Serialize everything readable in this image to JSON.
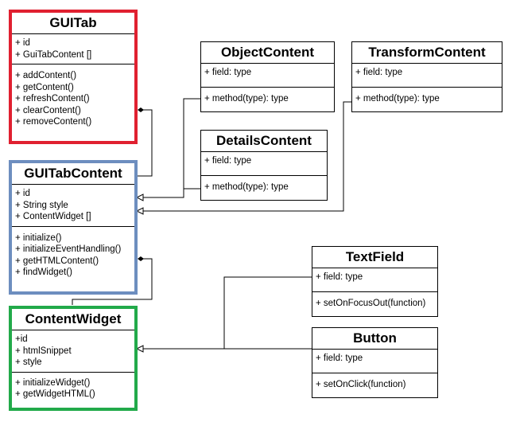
{
  "colors": {
    "gui_tab_border": "#e02030",
    "gui_tab_content_border": "#6d8ebf",
    "content_widget_border": "#22aa4a"
  },
  "classes": {
    "gui_tab": {
      "name": "GUITab",
      "fields": [
        "+ id",
        "+ GuiTabContent []"
      ],
      "methods": [
        "+ addContent()",
        "+ getContent()",
        "+ refreshContent()",
        "+ clearContent()",
        "+ removeContent()"
      ]
    },
    "gui_tab_content": {
      "name": "GUITabContent",
      "fields": [
        "+ id",
        "+ String style",
        "+ ContentWidget []"
      ],
      "methods": [
        "+ initialize()",
        "+ initializeEventHandling()",
        "+ getHTMLContent()",
        "+ findWidget()"
      ]
    },
    "content_widget": {
      "name": "ContentWidget",
      "fields": [
        "+id",
        "+ htmlSnippet",
        "+ style"
      ],
      "methods": [
        "+ initializeWidget()",
        "+ getWidgetHTML()"
      ]
    },
    "object_content": {
      "name": "ObjectContent",
      "fields": [
        "+ field: type"
      ],
      "methods": [
        "+ method(type): type"
      ]
    },
    "transform_content": {
      "name": "TransformContent",
      "fields": [
        "+ field: type"
      ],
      "methods": [
        "+ method(type): type"
      ]
    },
    "details_content": {
      "name": "DetailsContent",
      "fields": [
        "+ field: type"
      ],
      "methods": [
        "+ method(type): type"
      ]
    },
    "text_field": {
      "name": "TextField",
      "fields": [
        "+ field: type"
      ],
      "methods": [
        "+ setOnFocusOut(function)"
      ]
    },
    "button": {
      "name": "Button",
      "fields": [
        "+ field: type"
      ],
      "methods": [
        "+ setOnClick(function)"
      ]
    }
  }
}
